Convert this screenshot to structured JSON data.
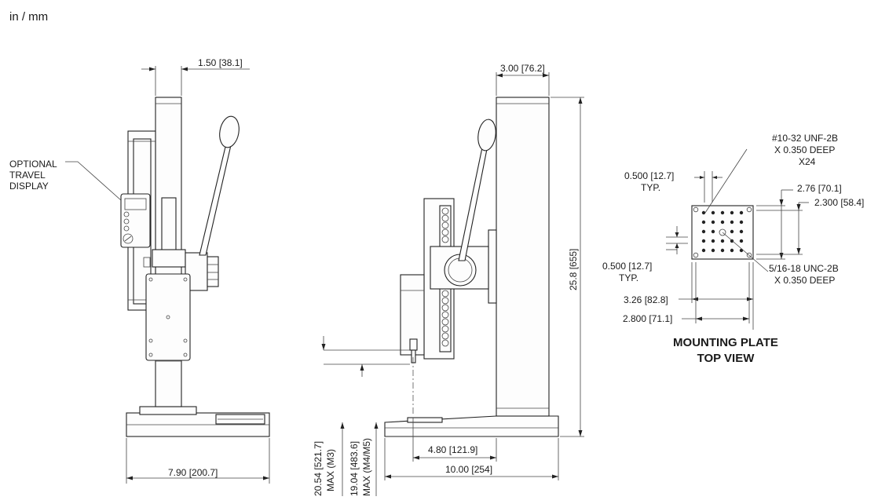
{
  "units_label": "in / mm",
  "left_view": {
    "top_width": "1.50 [38.1]",
    "callout_line1": "OPTIONAL",
    "callout_line2": "TRAVEL",
    "callout_line3": "DISPLAY",
    "base_width": "7.90 [200.7]"
  },
  "side_view": {
    "top_width": "3.00 [76.2]",
    "height": "25.8 [655]",
    "offset": "4.80 [121.9]",
    "base_depth": "10.00 [254]",
    "max_m3_value": "20.54 [521.7]",
    "max_m3_label": "MAX (M3)",
    "max_m4_value": "19.04 [483.6]",
    "max_m4_label": "MAX (M4/M5)"
  },
  "mounting_plate": {
    "thread_small_line1": "#10-32 UNF-2B",
    "thread_small_line2": "X 0.350 DEEP",
    "thread_small_line3": "X24",
    "pitch_top": "0.500 [12.7]",
    "pitch_top_typ": "TYP.",
    "plate_height": "2.76 [70.1]",
    "hole_span_height": "2.300 [58.4]",
    "pitch_left": "0.500 [12.7]",
    "pitch_left_typ": "TYP.",
    "thread_large_line1": "5/16-18 UNC-2B",
    "thread_large_line2": "X 0.350 DEEP",
    "plate_width": "3.26 [82.8]",
    "hole_span_width": "2.800 [71.1]",
    "title_line1": "MOUNTING PLATE",
    "title_line2": "TOP VIEW"
  }
}
